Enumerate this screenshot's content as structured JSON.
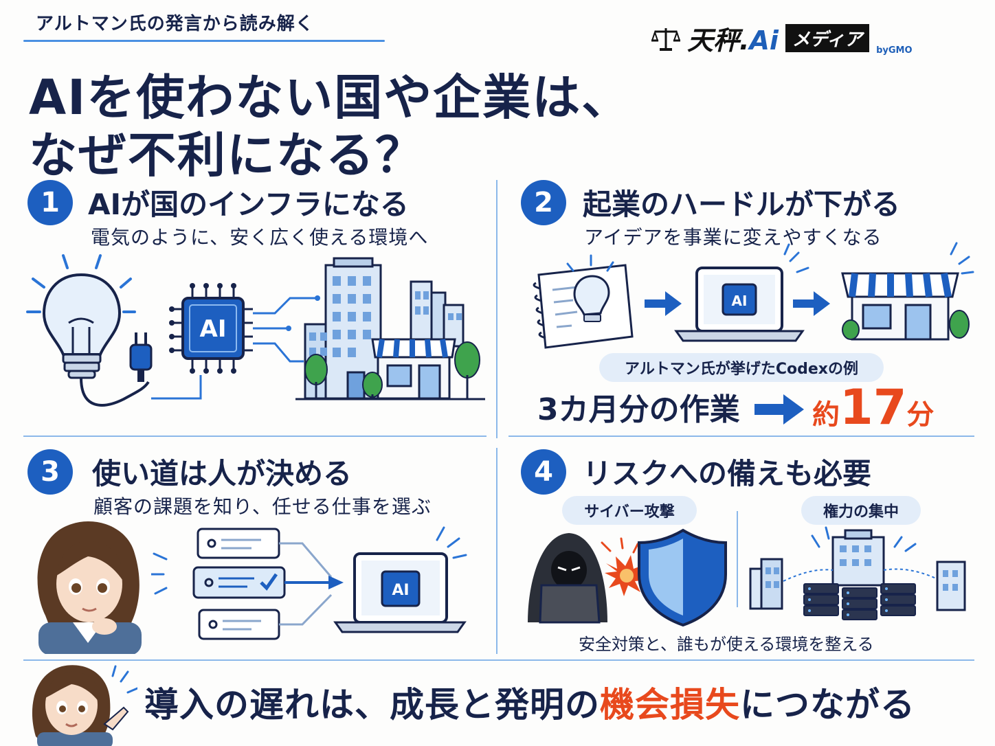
{
  "header": {
    "kicker": "アルトマン氏の発言から読み解く",
    "title_line1": "AIを使わない国や企業は、",
    "title_line2": "なぜ不利になる？"
  },
  "logo": {
    "main_prefix": "天秤.",
    "main_ai": "Ai",
    "media": "メディア",
    "by": "byGMO"
  },
  "sections": [
    {
      "number": "1",
      "title": "AIが国のインフラになる",
      "subtitle": "電気のように、安く広く使える環境へ",
      "chip_label": "AI"
    },
    {
      "number": "2",
      "title": "起業のハードルが下がる",
      "subtitle": "アイデアを事業に変えやすくなる",
      "chip_label": "AI",
      "example_label": "アルトマン氏が挙げたCodexの例",
      "stat_before": "3カ月分の作業",
      "stat_after_prefix": "約",
      "stat_after_number": "17",
      "stat_after_suffix": "分"
    },
    {
      "number": "3",
      "title": "使い道は人が決める",
      "subtitle": "顧客の課題を知り、任せる仕事を選ぶ",
      "chip_label": "AI"
    },
    {
      "number": "4",
      "title": "リスクへの備えも必要",
      "subtitle": "",
      "risk_left": "サイバー攻撃",
      "risk_right": "権力の集中",
      "caption": "安全対策と、誰もが使える環境を整える"
    }
  ],
  "bottom": {
    "text_before": "導入の遅れは、成長と発明の",
    "text_highlight": "機会損失",
    "text_after": "につながる"
  },
  "colors": {
    "navy": "#17234a",
    "accent_blue": "#1d5fc0",
    "light_blue": "#4a90e2",
    "highlight_orange": "#e8491d"
  }
}
